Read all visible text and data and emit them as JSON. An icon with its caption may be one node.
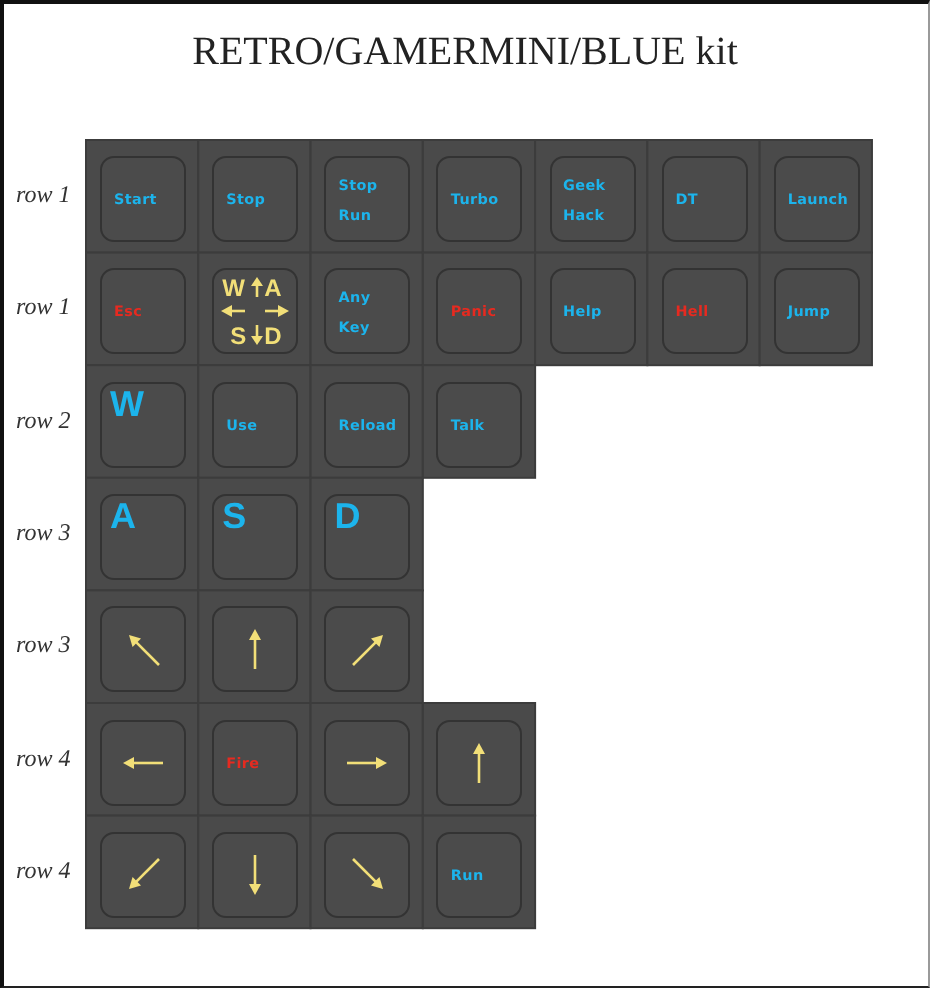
{
  "diagram": {
    "title": "RETRO/GAMERMINI/BLUE kit",
    "nodes": [
      {
        "text": [
          "Start"
        ]
      },
      {
        "text": [
          "Stop"
        ]
      },
      {
        "text": [
          "Stop Run"
        ]
      },
      {
        "text": [
          "Turbo"
        ]
      },
      {
        "text": [
          "Geek Hack"
        ]
      },
      {
        "text": [
          "DT"
        ]
      },
      {
        "text": [
          "Launch"
        ]
      },
      {
        "text": [
          "Esc"
        ]
      },
      {
        "text": [
          "W",
          "A",
          "S",
          "D"
        ]
      },
      {
        "text": [
          "Any Key"
        ]
      },
      {
        "text": [
          "Panic"
        ]
      },
      {
        "text": [
          "Help"
        ]
      },
      {
        "text": [
          "Hell"
        ]
      },
      {
        "text": [
          "Jump"
        ]
      },
      {
        "text": [
          "W"
        ]
      },
      {
        "text": [
          "Use"
        ]
      },
      {
        "text": [
          "Reload"
        ]
      },
      {
        "text": [
          "Talk"
        ]
      },
      {
        "text": [
          "A"
        ]
      },
      {
        "text": [
          "S"
        ]
      },
      {
        "text": [
          "D"
        ]
      },
      {
        "text": [],
        "shape": "box"
      },
      {
        "text": [],
        "shape": "box"
      },
      {
        "text": [],
        "shape": "box"
      },
      {
        "text": [],
        "shape": "box"
      },
      {
        "text": [
          "Fire"
        ]
      },
      {
        "text": [],
        "shape": "box"
      },
      {
        "text": [],
        "shape": "box"
      },
      {
        "text": [],
        "shape": "box"
      },
      {
        "text": [],
        "shape": "box"
      },
      {
        "text": [],
        "shape": "box"
      },
      {
        "text": [
          "Run"
        ]
      }
    ],
    "labels": [
      "row 1",
      "row 1",
      "row 2",
      "row 3",
      "row 3",
      "row 4",
      "row 4"
    ]
  }
}
